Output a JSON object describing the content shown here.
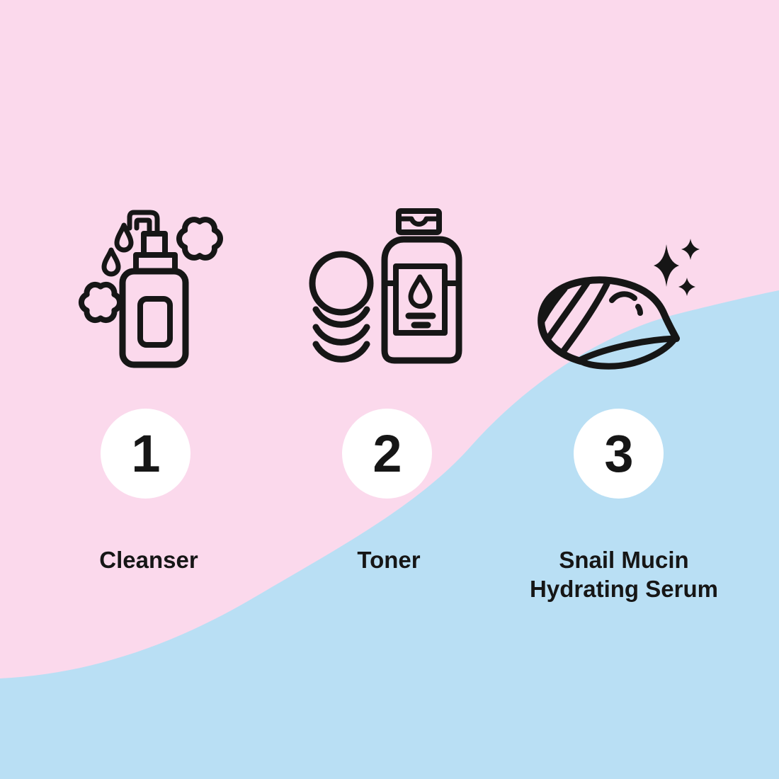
{
  "colors": {
    "background_pink": "#FBD9EC",
    "wave_blue": "#B9DFF4",
    "badge_white": "#FFFFFF",
    "ink": "#161616"
  },
  "steps": [
    {
      "number": "1",
      "label_lines": [
        "Cleanser"
      ],
      "icon": "pump-bottle-cleanser-with-drops-and-bubbles"
    },
    {
      "number": "2",
      "label_lines": [
        "Toner"
      ],
      "icon": "toner-bottle-with-cotton-pads"
    },
    {
      "number": "3",
      "label_lines": [
        "Snail Mucin",
        "Hydrating Serum"
      ],
      "icon": "snail-shell-with-sparkles"
    }
  ]
}
